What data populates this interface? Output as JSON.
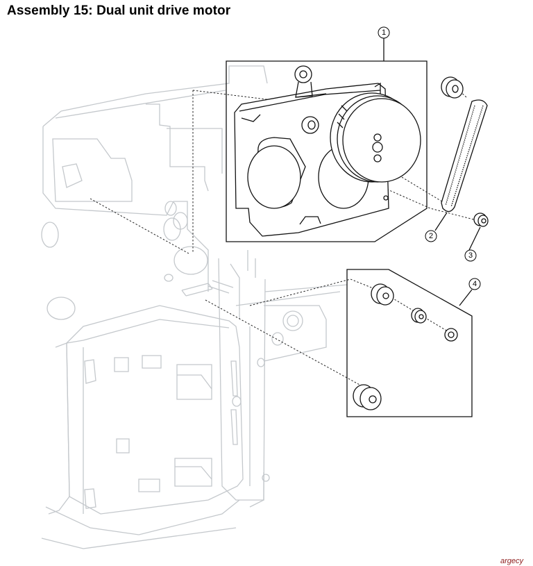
{
  "title": "Assembly 15:  Dual unit drive motor",
  "callouts": [
    "1",
    "2",
    "3",
    "4"
  ],
  "watermark": "argecy",
  "colors": {
    "ghost_frame": "#c4c8cc",
    "ink": "#111111",
    "watermark": "#8c1a1a"
  }
}
